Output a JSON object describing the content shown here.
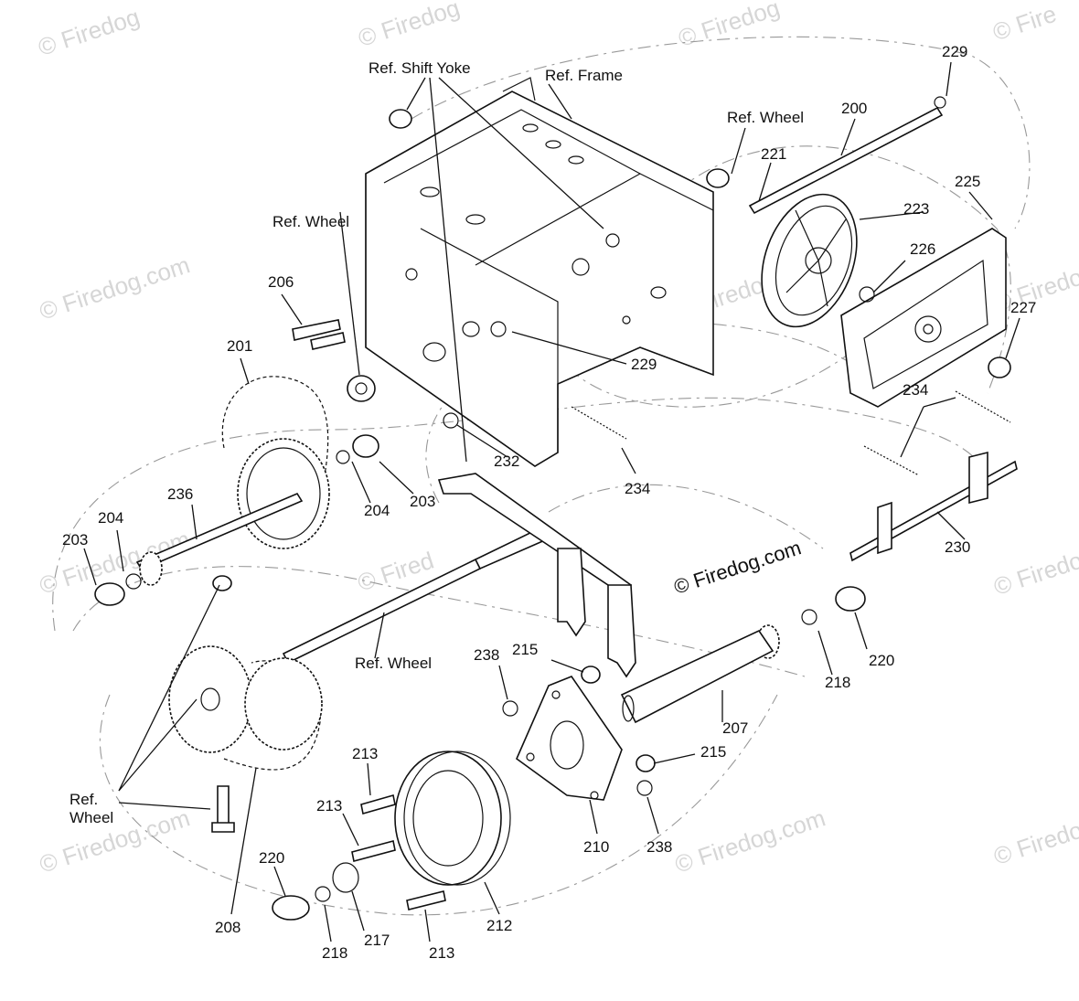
{
  "watermarks": [
    "© Firedog",
    "© Firedog",
    "© Firedog",
    "© Fire",
    "© Firedog.com",
    "© Firedog.com",
    "© Firedog",
    "© Firedog.com",
    "© Firedog.com",
    "© Firedog.com",
    "© Firedog",
    "© Firedog",
    "© Fired"
  ],
  "center_watermark": "© Firedog.com",
  "labels": {
    "p229a": "229",
    "p200": "200",
    "p221": "221",
    "p223": "223",
    "p225": "225",
    "p226": "226",
    "p227": "227",
    "p206": "206",
    "p229b": "229",
    "p201": "201",
    "p232": "232",
    "p234a": "234",
    "p234b": "234",
    "p230": "230",
    "p204a": "204",
    "p203a": "203",
    "p236": "236",
    "p204b": "204",
    "p203b": "203",
    "p220a": "220",
    "p218a": "218",
    "p215a": "215",
    "p238a": "238",
    "p207": "207",
    "p215b": "215",
    "p238b": "238",
    "p210": "210",
    "p213a": "213",
    "p213b": "213",
    "p213c": "213",
    "p212": "212",
    "p217": "217",
    "p218b": "218",
    "p220b": "220",
    "p208": "208"
  },
  "refs": {
    "shift_yoke": "Ref. Shift Yoke",
    "frame": "Ref. Frame",
    "wheel_top": "Ref. Wheel",
    "wheel_left": "Ref. Wheel",
    "wheel_axle": "Ref. Wheel",
    "wheel_bottom_1": "Ref.",
    "wheel_bottom_2": "Wheel"
  }
}
